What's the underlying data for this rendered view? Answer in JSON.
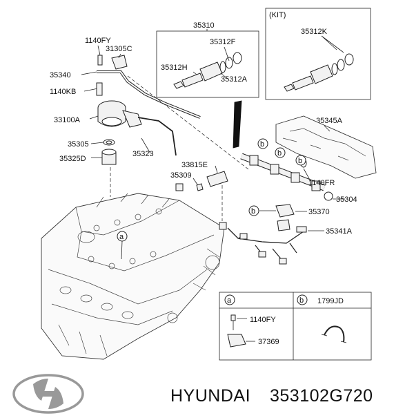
{
  "kit_header": "(KIT)",
  "callouts": {
    "p35310": "35310",
    "p35312F": "35312F",
    "p35312H": "35312H",
    "p35312A": "35312A",
    "p35312K": "35312K",
    "p1140FY_top": "1140FY",
    "p31305C": "31305C",
    "p35340": "35340",
    "p1140KB": "1140KB",
    "p33100A": "33100A",
    "p35305": "35305",
    "p35325D": "35325D",
    "p35323": "35323",
    "p33815E": "33815E",
    "p35309": "35309",
    "p35345A": "35345A",
    "p1140FR": "1140FR",
    "p35304": "35304",
    "p35370": "35370",
    "p35341A": "35341A"
  },
  "markers": {
    "a": "a",
    "b": "b"
  },
  "legend": {
    "col_a": "a",
    "col_b": "b",
    "b_part": "1799JD",
    "a_part1": "1140FY",
    "a_part2": "37369"
  },
  "brand_text": "HYUNDAI",
  "part_number": "353102G720",
  "icons": [
    "hyundai-logo-icon"
  ]
}
